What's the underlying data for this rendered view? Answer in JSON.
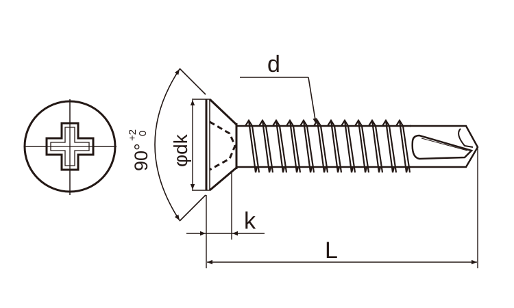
{
  "diagram": {
    "title": "Countersunk Phillips self-drilling screw dimensions",
    "labels": {
      "d": "d",
      "dk": "φdk",
      "k": "k",
      "L": "L",
      "angle": "90°",
      "angle_tol_plus": "+2",
      "angle_tol_minus": "0"
    },
    "colors": {
      "line": "#231815",
      "background": "#ffffff"
    }
  }
}
